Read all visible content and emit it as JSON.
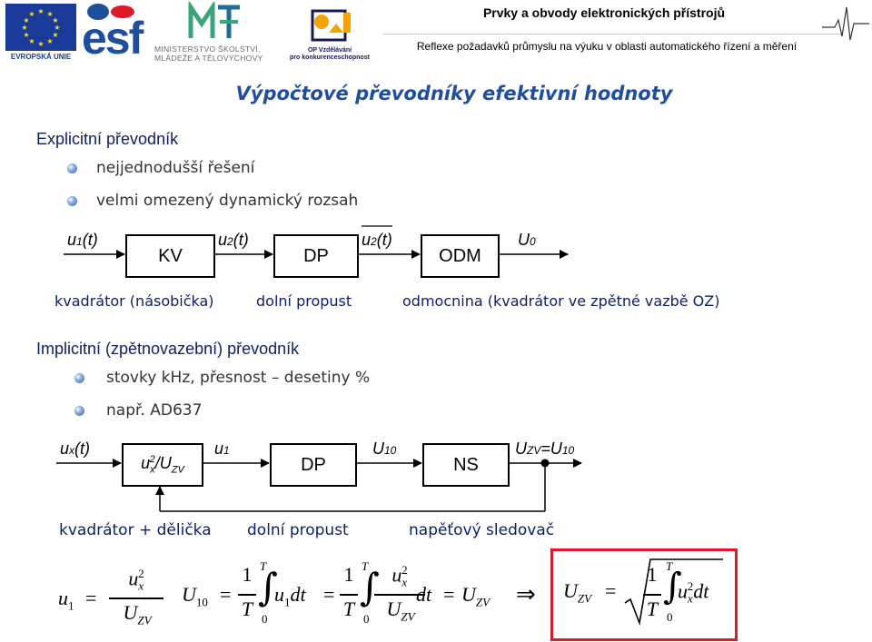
{
  "header": {
    "eu_label": "EVROPSKÁ UNIE",
    "esf_logo": "esf",
    "msmt_line1": "MINISTERSTVO ŠKOLSTVÍ,",
    "msmt_line2": "MLÁDEŽE A TĚLOVÝCHOVY",
    "op_line1": "OP Vzdělávání",
    "op_line2": "pro konkurenceschopnost",
    "title": "Prvky a obvody elektronických přístrojů",
    "subtitle": "Reflexe požadavků průmyslu na výuku v oblasti automatického řízení a měření"
  },
  "slide": {
    "title": "Výpočtové převodníky efektivní hodnoty",
    "section1": {
      "heading": "Explicitní převodník",
      "bullets": [
        "nejjednodušší řešení",
        "velmi omezený dynamický rozsah"
      ],
      "diagram": {
        "sig_in": "u",
        "sig_in_sub": "1",
        "sig_in_arg": "(t)",
        "block1": "KV",
        "sig_mid": "u",
        "sig_mid_sub": "2",
        "sig_mid_arg": "(t)",
        "block2": "DP",
        "sig_avg": "u",
        "sig_avg_sub": "2",
        "sig_avg_arg": "(t)",
        "block3": "ODM",
        "sig_out": "U",
        "sig_out_sub": "0"
      },
      "labels": [
        "kvadrátor (násobička)",
        "dolní propust",
        "odmocnina (kvadrátor ve zpětné vazbě OZ)"
      ]
    },
    "section2": {
      "heading": "Implicitní (zpětnovazební) převodník",
      "bullets": [
        "stovky kHz, přesnost – desetiny %",
        "např. AD637"
      ],
      "diagram": {
        "sig_in": "u",
        "sig_in_sub": "x",
        "sig_in_arg": "(t)",
        "block1_a": "u",
        "block1_sub": "x",
        "block1_sup": "2",
        "block1_b": "/U",
        "block1_sub2": "ZV",
        "sig_mid": "u",
        "sig_mid_sub": "1",
        "block2": "DP",
        "sig_avg": "U",
        "sig_avg_sub": "10",
        "block3": "NS",
        "sig_out_a": "U",
        "sig_out_sub": "ZV",
        "sig_out_b": "=U",
        "sig_out_sub2": "10"
      },
      "labels": [
        "kvadrátor + dělička",
        "dolní propust",
        "napěťový sledovač"
      ]
    },
    "formulas": {
      "f1_lhs": "u",
      "f1_lhs_sub": "1",
      "eq": "=",
      "f1_num": "u",
      "f1_num_sub": "x",
      "f1_num_sup": "2",
      "f1_den": "U",
      "f1_den_sub": "ZV",
      "f2_lhs": "U",
      "f2_lhs_sub": "10",
      "one": "1",
      "T": "T",
      "zero": "0",
      "int_body1": "u",
      "int_body1_sub": "1",
      "dt": "dt",
      "int_num": "u",
      "int_num_sub": "x",
      "int_num_sup": "2",
      "int_den": "U",
      "int_den_sub": "ZV",
      "rhs": "U",
      "rhs_sub": "ZV",
      "implies": "⇒",
      "f3_lhs": "U",
      "f3_lhs_sub": "ZV",
      "f3_body": "u",
      "f3_body_sub": "x",
      "f3_body_sup": "2"
    }
  },
  "colors": {
    "title_blue": "#1f4e9a",
    "heading_navy": "#0f1f66",
    "highlight_red": "#e0192a",
    "eu_blue": "#1a3a9a",
    "eu_star": "#ffdd00"
  }
}
